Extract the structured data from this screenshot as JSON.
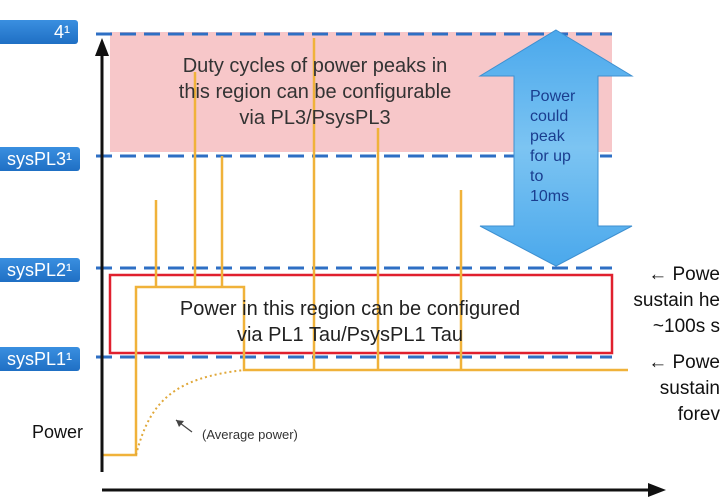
{
  "labels": {
    "pl4": "4¹",
    "pl3": "sysPL3¹",
    "pl2": "sysPL2¹",
    "pl1": "sysPL1¹"
  },
  "pink_region": {
    "line1": "Duty cycles of power peaks in",
    "line2": "this region can be configurable",
    "line3": "via PL3/PsysPL3"
  },
  "arrow": {
    "lines": [
      "Power",
      "could",
      "peak",
      "for up",
      "to",
      "10ms"
    ]
  },
  "red_region": {
    "line1": "Power in this region can be configured",
    "line2": "via PL1 Tau/PsysPL1 Tau"
  },
  "right_notes": {
    "upper": [
      "← Powe",
      "sustain he",
      "~100s s"
    ],
    "lower": [
      "← Powe",
      "sustain",
      "forev"
    ]
  },
  "axis": {
    "ylabel": "Power"
  },
  "average_label": "(Average power)",
  "colors": {
    "blue_dash": "#2e6fc4",
    "label_blue": "#1f6fc4",
    "pink": "#f7c7c9",
    "red_border": "#e0202e",
    "signal": "#f0b23a",
    "arrow_blue": "#5fb2ec"
  }
}
